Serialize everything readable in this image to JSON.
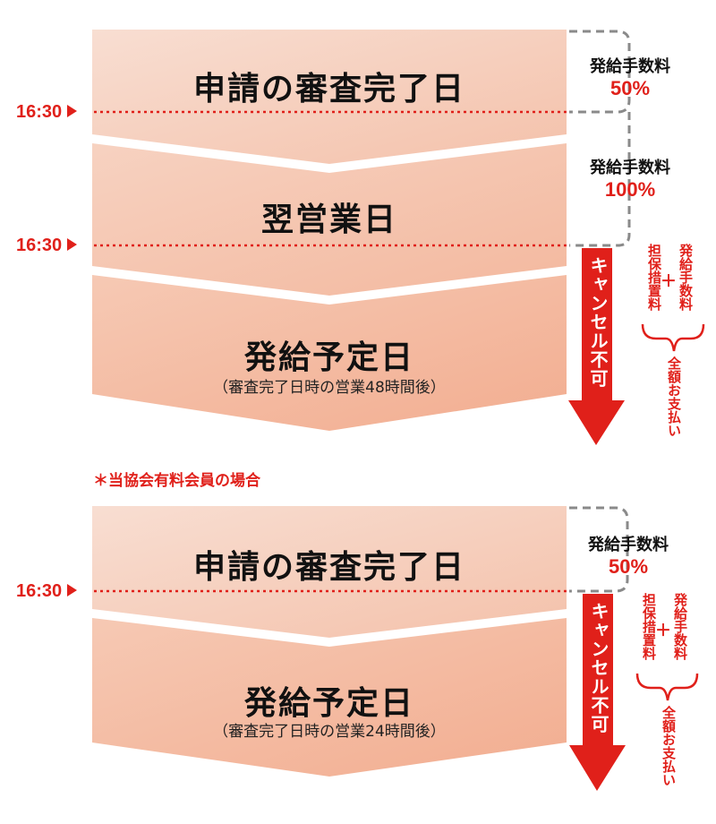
{
  "sections": [
    {
      "steps": [
        {
          "title": "申請の審査完了日"
        },
        {
          "title": "翌営業日"
        },
        {
          "title": "発給予定日",
          "subtitle": "（審査完了日時の営業48時間後）"
        }
      ],
      "cutoffs": [
        "16:30",
        "16:30"
      ],
      "fees": [
        {
          "label": "発給手数料",
          "percent": "50%"
        },
        {
          "label": "発給手数料",
          "percent": "100%"
        }
      ],
      "cancel_label": "キャンセル不可",
      "full_payment": {
        "col1": "発給手数料",
        "plus": "＋",
        "col2": "担保措置料",
        "result": "全額お支払い"
      }
    },
    {
      "note": "＊当協会有料会員の場合",
      "steps": [
        {
          "title": "申請の審査完了日"
        },
        {
          "title": "発給予定日",
          "subtitle": "（審査完了日時の営業24時間後）"
        }
      ],
      "cutoffs": [
        "16:30"
      ],
      "fees": [
        {
          "label": "発給手数料",
          "percent": "50%"
        }
      ],
      "cancel_label": "キャンセル不可",
      "full_payment": {
        "col1": "発給手数料",
        "plus": "＋",
        "col2": "担保措置料",
        "result": "全額お支払い"
      }
    }
  ],
  "colors": {
    "accent_red": "#e0201a",
    "step_fill_light": "#f6d6c6",
    "step_fill_dark": "#f5b398",
    "bracket_grey": "#8a8a8a"
  }
}
